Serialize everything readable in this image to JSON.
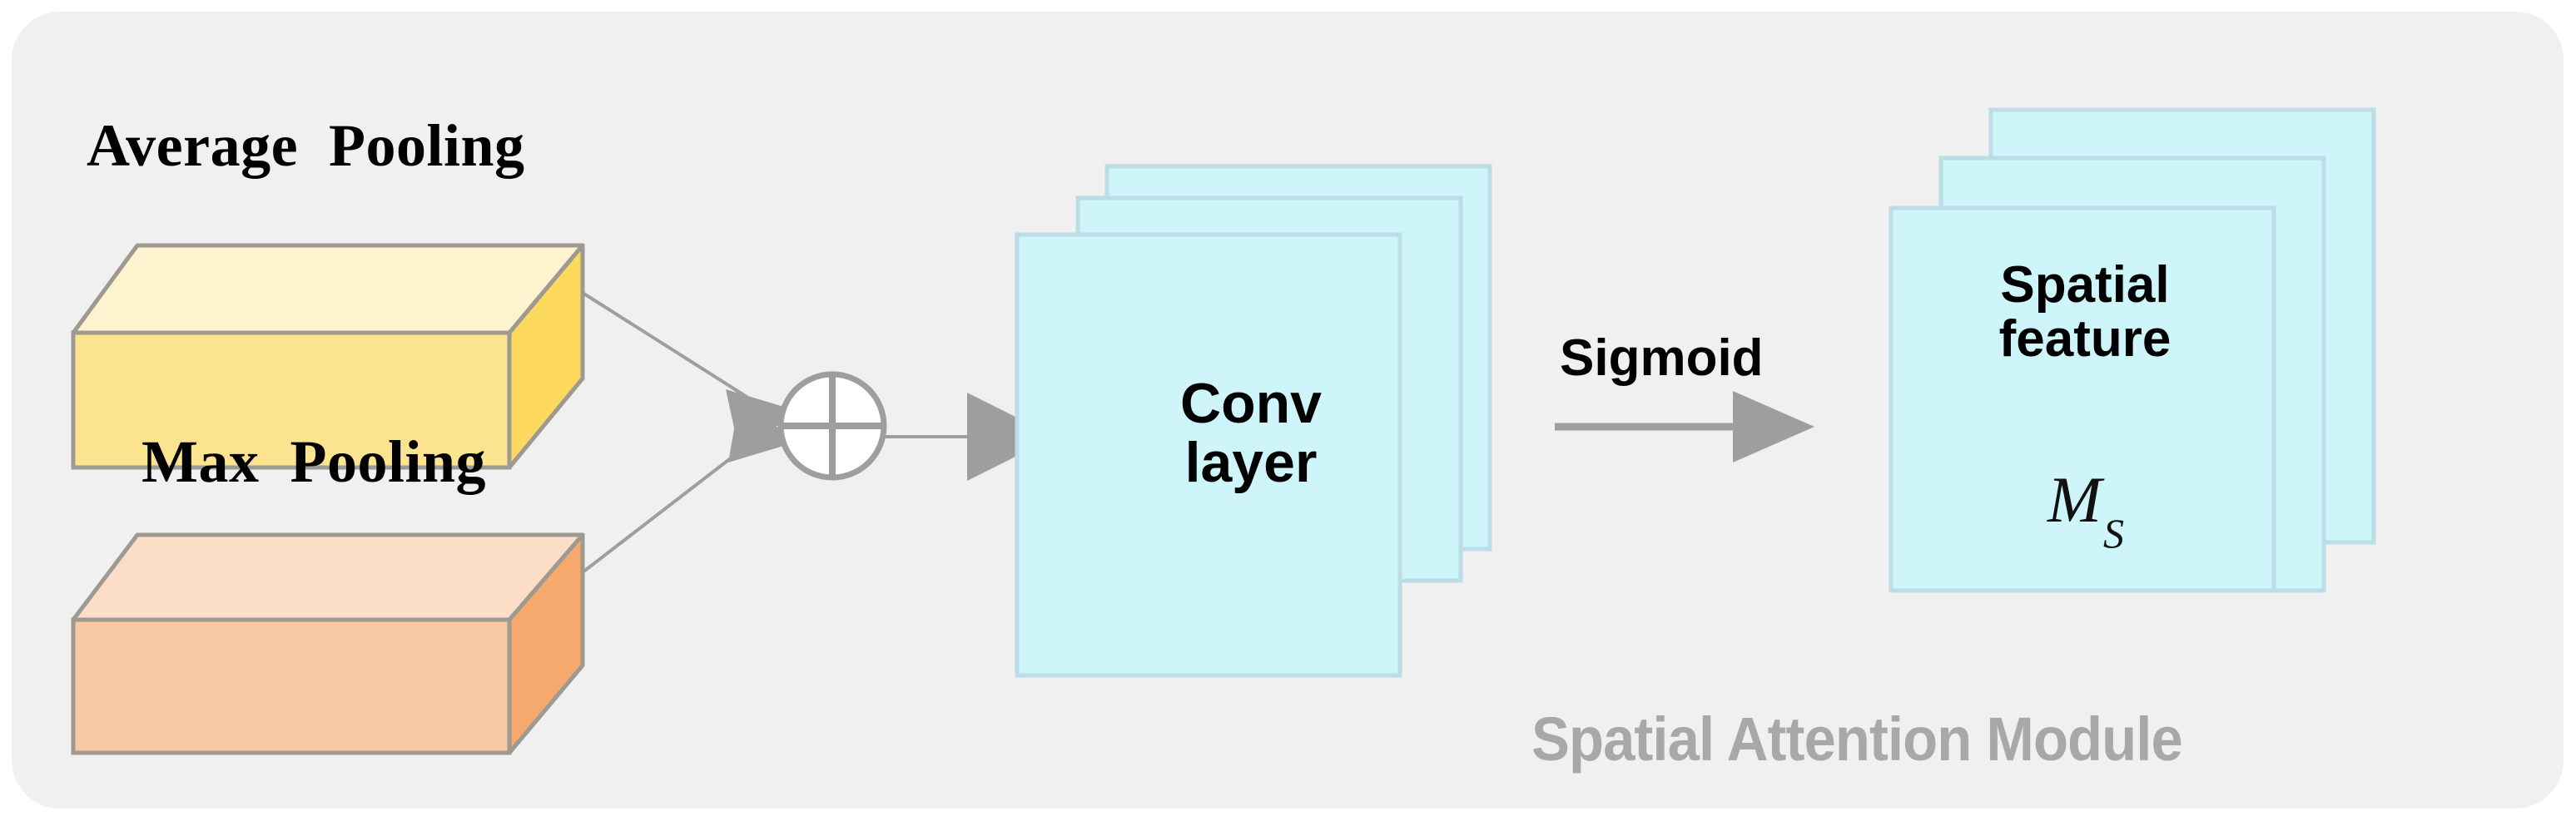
{
  "panel": {
    "background_color": "#f0f0f0",
    "caption": "Spatial Attention Module",
    "caption_color": "#a8a8a8"
  },
  "labels": {
    "average_pooling": "Average  Pooling",
    "max_pooling": "Max  Pooling",
    "conv_layer": "Conv\nlayer",
    "sigmoid": "Sigmoid",
    "spatial_feature": "Spatial\nfeature",
    "ms_symbol": "M",
    "ms_subscript": "S"
  },
  "blocks": {
    "average_pooling_slab": {
      "name": "average-pooling-slab",
      "front_color": "#fce38f",
      "top_color": "#fdf3cf",
      "side_color": "#fdd95e",
      "edge_color": "#9e9a92"
    },
    "max_pooling_slab": {
      "name": "max-pooling-slab",
      "front_color": "#f8c8a3",
      "top_color": "#fbddc8",
      "side_color": "#f5a96d",
      "edge_color": "#9e9a92"
    },
    "conv_stack": {
      "name": "conv-layer-stack",
      "fill_color": "#cef5fa",
      "border_color": "#bcdde6",
      "sheets": 3
    },
    "spatial_feature_stack": {
      "name": "spatial-feature-stack",
      "fill_color": "#cef5fa",
      "border_color": "#bcdde6",
      "sheets": 3
    }
  },
  "operators": {
    "add_node": {
      "name": "element-wise-add",
      "glyph": "plus-circle",
      "fill_color": "#ffffff",
      "stroke_color": "#9e9e9e"
    }
  },
  "connectors": {
    "stroke_color": "#9e9e9e",
    "arrow_fill": "#9e9e9e",
    "items": [
      {
        "name": "avg-pool-to-add",
        "from": "average_pooling_slab",
        "to": "add_node"
      },
      {
        "name": "max-pool-to-add",
        "from": "max_pooling_slab",
        "to": "add_node"
      },
      {
        "name": "add-to-conv",
        "from": "add_node",
        "to": "conv_stack"
      },
      {
        "name": "conv-to-spatial-feature",
        "from": "conv_stack",
        "to": "spatial_feature_stack",
        "label": "Sigmoid"
      }
    ]
  }
}
